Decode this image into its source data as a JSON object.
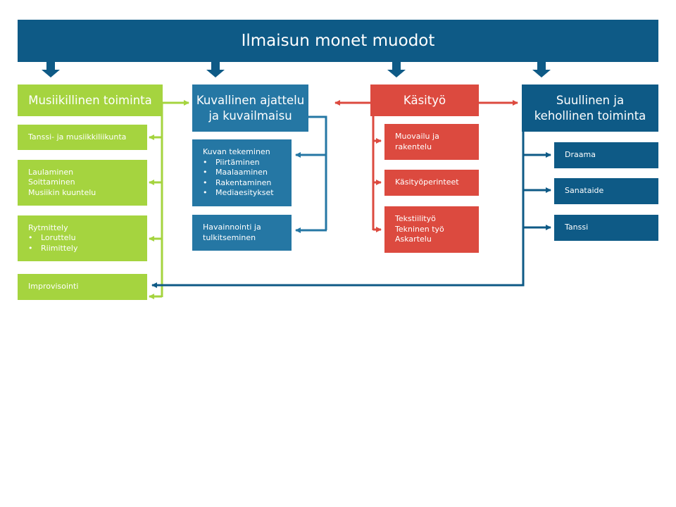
{
  "title": "Ilmaisun monet muodot",
  "colors": {
    "navy": "#0e5a86",
    "green": "#a5d43f",
    "blue": "#2577a4",
    "red": "#dc4a3f"
  },
  "columns": {
    "music": {
      "header": "Musiikillinen toiminta",
      "items": [
        {
          "lines": [
            "Tanssi- ja musiikkiliikunta"
          ]
        },
        {
          "lines": [
            "Laulaminen",
            "Soittaminen",
            "Musiikin kuuntelu"
          ]
        },
        {
          "lines": [
            "Rytmittely"
          ],
          "bullets": [
            "Loruttelu",
            "Riimittely"
          ]
        },
        {
          "lines": [
            "Improvisointi"
          ]
        }
      ]
    },
    "visual": {
      "header_lines": [
        "Kuvallinen ajattelu",
        "ja kuvailmaisu"
      ],
      "items": [
        {
          "lines": [
            "Kuvan tekeminen"
          ],
          "bullets": [
            "Piirtäminen",
            "Maalaaminen",
            "Rakentaminen",
            "Mediaesitykset"
          ]
        },
        {
          "lines": [
            "Havainnointi ja",
            "tulkitseminen"
          ]
        }
      ]
    },
    "craft": {
      "header": "Käsityö",
      "items": [
        {
          "lines": [
            "Muovailu ja",
            "rakentelu"
          ]
        },
        {
          "lines": [
            "Käsityöperinteet"
          ]
        },
        {
          "lines": [
            "Tekstiilityö",
            "Tekninen työ",
            "Askartelu"
          ]
        }
      ]
    },
    "verbal": {
      "header_lines": [
        "Suullinen ja",
        "kehollinen toiminta"
      ],
      "items": [
        {
          "lines": [
            "Draama"
          ]
        },
        {
          "lines": [
            "Sanataide"
          ]
        },
        {
          "lines": [
            "Tanssi"
          ]
        }
      ]
    }
  }
}
